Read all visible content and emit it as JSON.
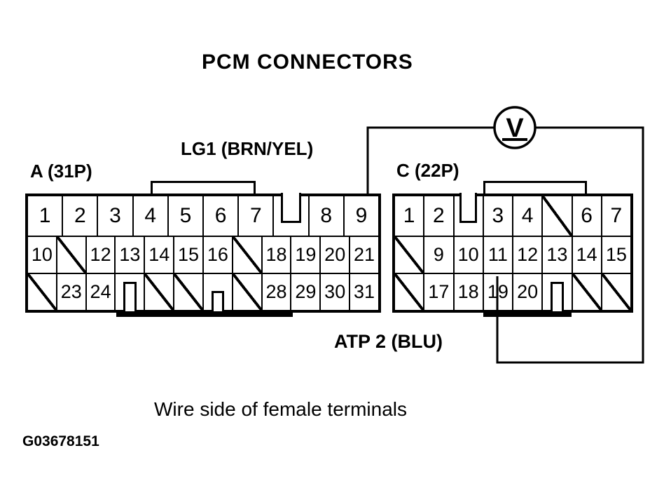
{
  "title": "PCM CONNECTORS",
  "labels": {
    "wire_lg1": "LG1 (BRN/YEL)",
    "connector_a": "A (31P)",
    "connector_c": "C (22P)",
    "wire_atp2": "ATP 2 (BLU)",
    "caption": "Wire side of female terminals",
    "figure_id": "G03678151"
  },
  "meter": {
    "symbol": "V",
    "type": "voltmeter"
  },
  "colors": {
    "ink": "#000000",
    "paper": "#ffffff"
  },
  "connectors": {
    "a": {
      "label": "A (31P)",
      "rows": [
        [
          {
            "t": "num",
            "v": "1"
          },
          {
            "t": "num",
            "v": "2"
          },
          {
            "t": "num",
            "v": "3"
          },
          {
            "t": "num",
            "v": "4"
          },
          {
            "t": "num",
            "v": "5"
          },
          {
            "t": "num",
            "v": "6"
          },
          {
            "t": "num",
            "v": "7"
          },
          {
            "t": "keytop"
          },
          {
            "t": "num",
            "v": "8"
          },
          {
            "t": "num",
            "v": "9"
          }
        ],
        [
          {
            "t": "num",
            "v": "10"
          },
          {
            "t": "slash"
          },
          {
            "t": "num",
            "v": "12"
          },
          {
            "t": "num",
            "v": "13"
          },
          {
            "t": "num",
            "v": "14"
          },
          {
            "t": "num",
            "v": "15"
          },
          {
            "t": "num",
            "v": "16"
          },
          {
            "t": "slash"
          },
          {
            "t": "num",
            "v": "18"
          },
          {
            "t": "num",
            "v": "19"
          },
          {
            "t": "num",
            "v": "20"
          },
          {
            "t": "num",
            "v": "21"
          }
        ],
        [
          {
            "t": "slash"
          },
          {
            "t": "num",
            "v": "23"
          },
          {
            "t": "num",
            "v": "24"
          },
          {
            "t": "keybot",
            "h": "tall"
          },
          {
            "t": "slash"
          },
          {
            "t": "slash"
          },
          {
            "t": "keybot",
            "h": "short"
          },
          {
            "t": "slash"
          },
          {
            "t": "num",
            "v": "28"
          },
          {
            "t": "num",
            "v": "29"
          },
          {
            "t": "num",
            "v": "30"
          },
          {
            "t": "num",
            "v": "31"
          }
        ]
      ]
    },
    "c": {
      "label": "C (22P)",
      "rows": [
        [
          {
            "t": "num",
            "v": "1"
          },
          {
            "t": "num",
            "v": "2"
          },
          {
            "t": "keytop"
          },
          {
            "t": "num",
            "v": "3"
          },
          {
            "t": "num",
            "v": "4"
          },
          {
            "t": "slash"
          },
          {
            "t": "num",
            "v": "6"
          },
          {
            "t": "num",
            "v": "7"
          }
        ],
        [
          {
            "t": "slash"
          },
          {
            "t": "num",
            "v": "9"
          },
          {
            "t": "num",
            "v": "10"
          },
          {
            "t": "num",
            "v": "11"
          },
          {
            "t": "num",
            "v": "12"
          },
          {
            "t": "num",
            "v": "13"
          },
          {
            "t": "num",
            "v": "14"
          },
          {
            "t": "num",
            "v": "15"
          }
        ],
        [
          {
            "t": "slash"
          },
          {
            "t": "num",
            "v": "17"
          },
          {
            "t": "num",
            "v": "18"
          },
          {
            "t": "num",
            "v": "19"
          },
          {
            "t": "num",
            "v": "20"
          },
          {
            "t": "keybot",
            "h": "tall"
          },
          {
            "t": "slash"
          },
          {
            "t": "slash"
          }
        ]
      ]
    }
  }
}
